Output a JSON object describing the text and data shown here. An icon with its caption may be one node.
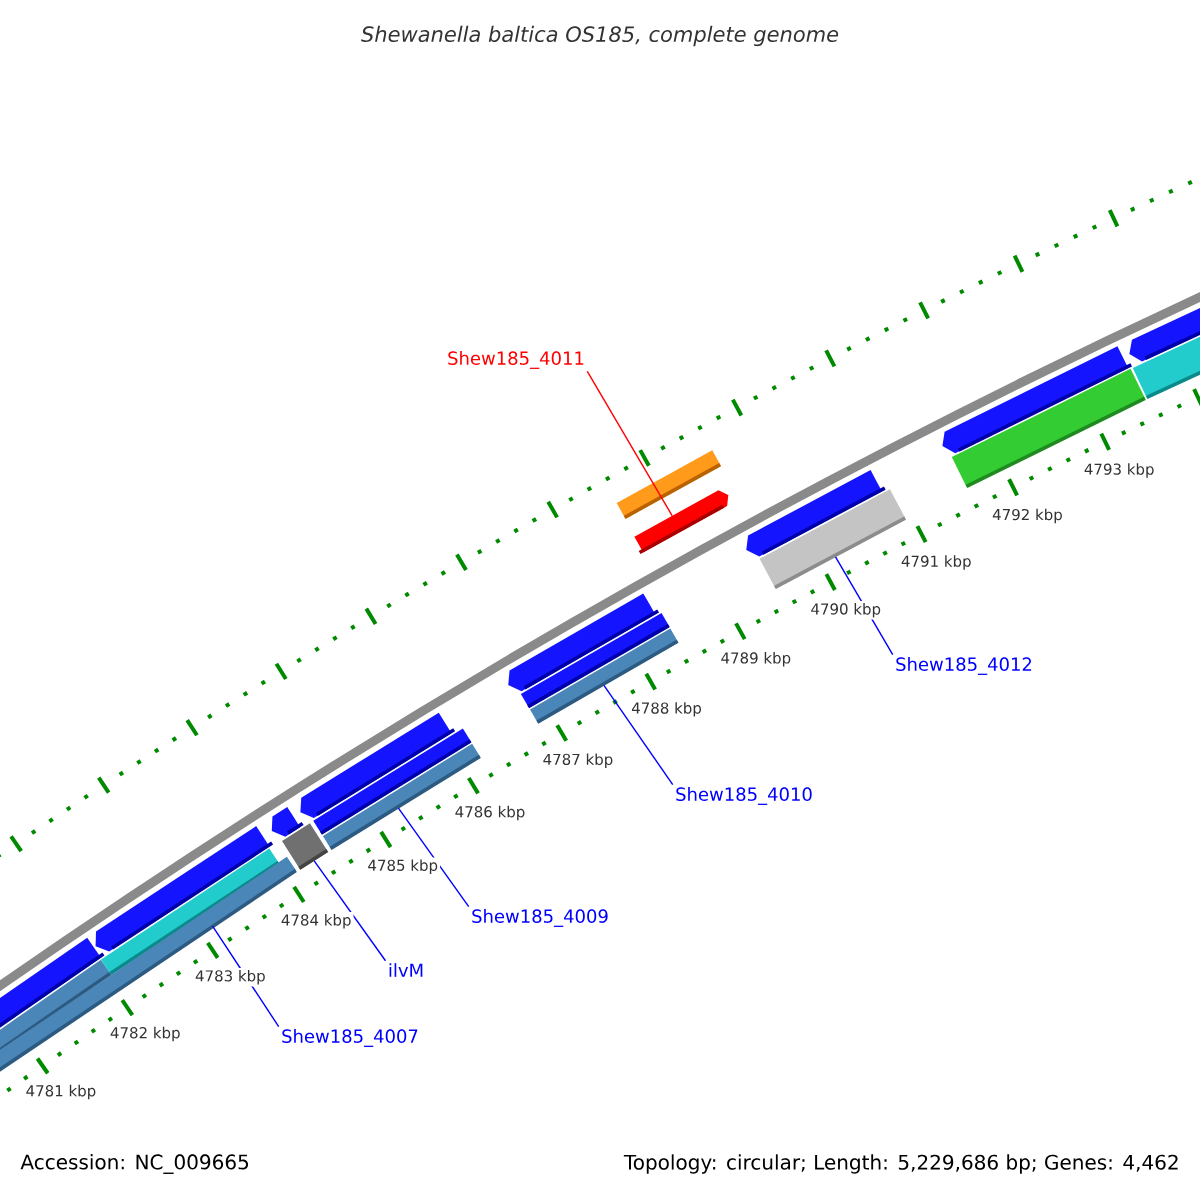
{
  "diagram": {
    "title": "Shewanella baltica OS185, complete genome",
    "nodes": [
      {
        "text": [
          "Shew185_4011"
        ]
      },
      {
        "text": [],
        "shape": "bar"
      },
      {
        "text": [
          "Shew185_4012"
        ]
      },
      {
        "text": [],
        "shape": "bar"
      },
      {
        "text": [
          "Shew185_4010"
        ]
      },
      {
        "text": [],
        "shape": "bar"
      },
      {
        "text": [
          "Shew185_4009"
        ]
      },
      {
        "text": [],
        "shape": "bar"
      },
      {
        "text": [
          "ilvM"
        ]
      },
      {
        "text": [],
        "shape": "bar"
      },
      {
        "text": [
          "Shew185_4007"
        ]
      },
      {
        "text": [],
        "shape": "bar"
      }
    ],
    "edges": [
      {
        "from": 0,
        "to": 1,
        "arrow": "none",
        "color": "#ff0000"
      },
      {
        "from": 2,
        "to": 3,
        "arrow": "none"
      },
      {
        "from": 4,
        "to": 5,
        "arrow": "none"
      },
      {
        "from": 6,
        "to": 7,
        "arrow": "none"
      },
      {
        "from": 8,
        "to": 9,
        "arrow": "none"
      },
      {
        "from": 10,
        "to": 11,
        "arrow": "none"
      }
    ],
    "labels": [
      "4781 kbp",
      "4782 kbp",
      "4783 kbp",
      "4784 kbp",
      "4785 kbp",
      "4786 kbp",
      "4787 kbp",
      "4788 kbp",
      "4789 kbp",
      "4790 kbp",
      "4791 kbp",
      "4792 kbp",
      "4793 kbp",
      "Accession: NC_009665",
      "Topology: circular; Length: 5,229,686 bp; Genes: 4,462"
    ]
  }
}
